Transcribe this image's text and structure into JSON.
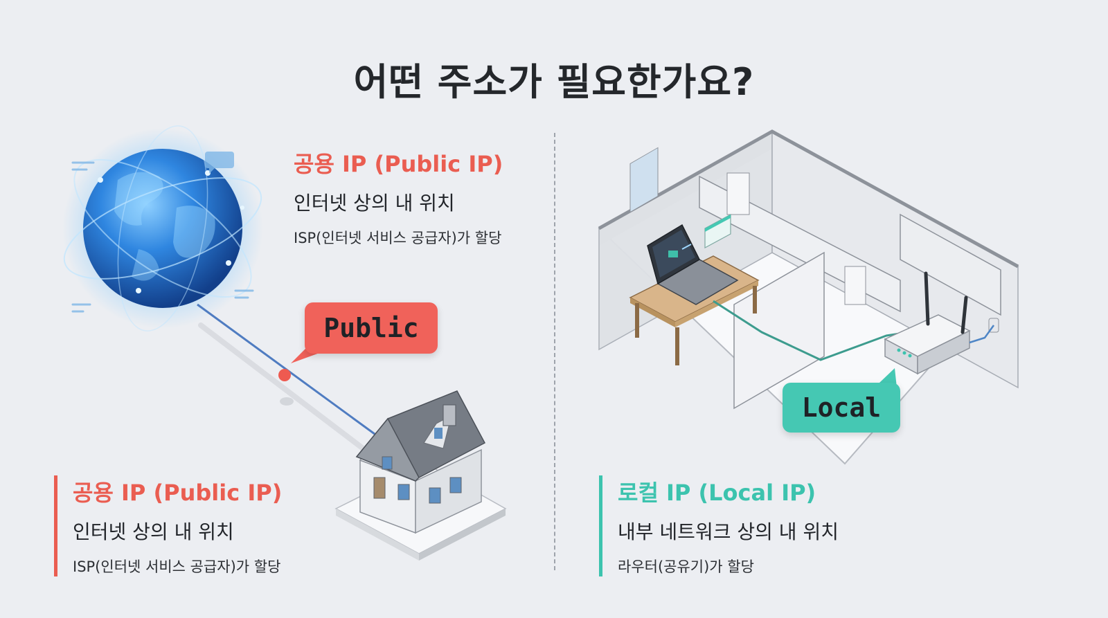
{
  "title": "어떤 주소가 필요한가요?",
  "public_panel_top": {
    "heading": "공용 IP (Public IP)",
    "line1": "인터넷 상의 내 위치",
    "line2": "ISP(인터넷 서비스 공급자)가 할당"
  },
  "public_panel_bottom": {
    "heading": "공용 IP (Public IP)",
    "line1": "인터넷 상의 내 위치",
    "line2": "ISP(인터넷 서비스 공급자)가 할당"
  },
  "local_panel": {
    "heading": "로컬 IP (Local IP)",
    "line1": "내부 네트워크 상의 내 위치",
    "line2": "라우터(공유기)가 할당"
  },
  "bubbles": {
    "public": "Public",
    "local": "Local"
  },
  "colors": {
    "public": "#ea5d51",
    "local": "#3cc3ae",
    "title": "#24272b",
    "background": "#eceef2"
  },
  "icons": [
    "globe-icon",
    "house-icon",
    "floorplan-icon",
    "laptop-icon",
    "router-icon"
  ]
}
